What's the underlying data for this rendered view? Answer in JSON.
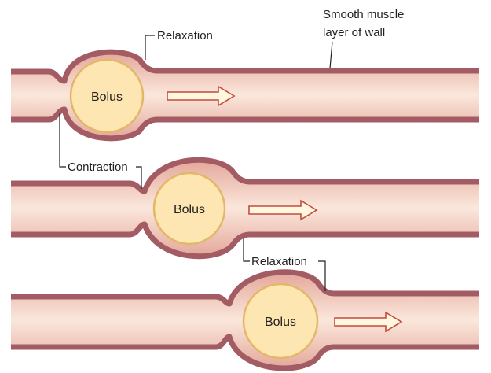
{
  "labels": {
    "relaxation_top": "Relaxation",
    "smooth_muscle_line1": "Smooth muscle",
    "smooth_muscle_line2": "layer of wall",
    "contraction": "Contraction",
    "relaxation_mid": "Relaxation"
  },
  "panels": [
    {
      "bolus_label": "Bolus"
    },
    {
      "bolus_label": "Bolus"
    },
    {
      "bolus_label": "Bolus"
    }
  ],
  "colors": {
    "wall": "#a45c64",
    "lumen_edge": "#e4a79a",
    "lumen_center": "#fbe7dc",
    "bolus_fill": "#fde6b1",
    "bolus_stroke": "#e2b768",
    "arrow_fill": "#fff7df",
    "arrow_stroke": "#c24b3c"
  }
}
